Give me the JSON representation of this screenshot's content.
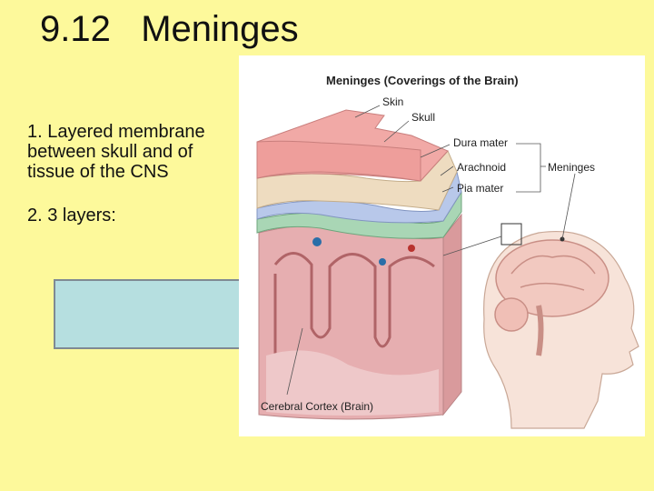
{
  "slide": {
    "title": "9.12   Meninges",
    "bullet_1": "1. Layered membrane between skull and of tissue of the CNS",
    "bullet_2": "2.  3 layers:"
  },
  "figure": {
    "title": "Meninges (Coverings of the Brain)",
    "labels": {
      "skin": "Skin",
      "skull": "Skull",
      "dura": "Dura mater",
      "arachnoid": "Arachnoid",
      "pia": "Pia mater",
      "meninges": "Meninges",
      "cortex": "Cerebral Cortex (Brain)"
    }
  },
  "colors": {
    "background": "#fdf99b",
    "cover_box": "#b6dfe0",
    "skin": "#f1a9a6",
    "skull": "#eedcc0",
    "dura": "#b8c8ea",
    "arachnoid": "#a9d6b5",
    "brain": "#e7b3b4"
  }
}
